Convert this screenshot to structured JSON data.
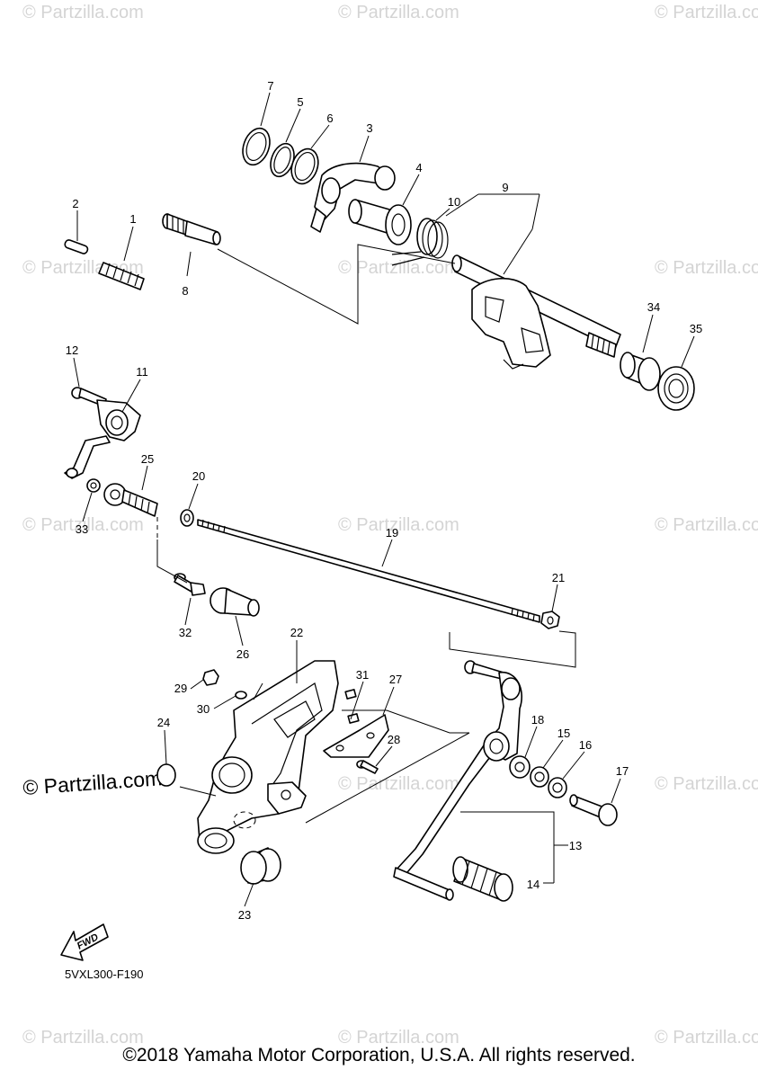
{
  "watermark": "© Partzilla.com",
  "watermark_main": "© Partzilla.com",
  "diagram_code": "5VXL300-F190",
  "fwd_label": "FWD",
  "copyright": "©2018 Yamaha Motor Corporation, U.S.A. All rights reserved.",
  "callouts": {
    "p1": "1",
    "p2": "2",
    "p3": "3",
    "p4": "4",
    "p5": "5",
    "p6": "6",
    "p7": "7",
    "p8": "8",
    "p9": "9",
    "p10": "10",
    "p11": "11",
    "p12": "12",
    "p13": "13",
    "p14": "14",
    "p15": "15",
    "p16": "16",
    "p17": "17",
    "p18": "18",
    "p19": "19",
    "p20": "20",
    "p21": "21",
    "p22": "22",
    "p23": "23",
    "p24": "24",
    "p25": "25",
    "p26": "26",
    "p27": "27",
    "p28": "28",
    "p29": "29",
    "p30": "30",
    "p31": "31",
    "p32": "32",
    "p33": "33",
    "p34": "34",
    "p35": "35"
  }
}
